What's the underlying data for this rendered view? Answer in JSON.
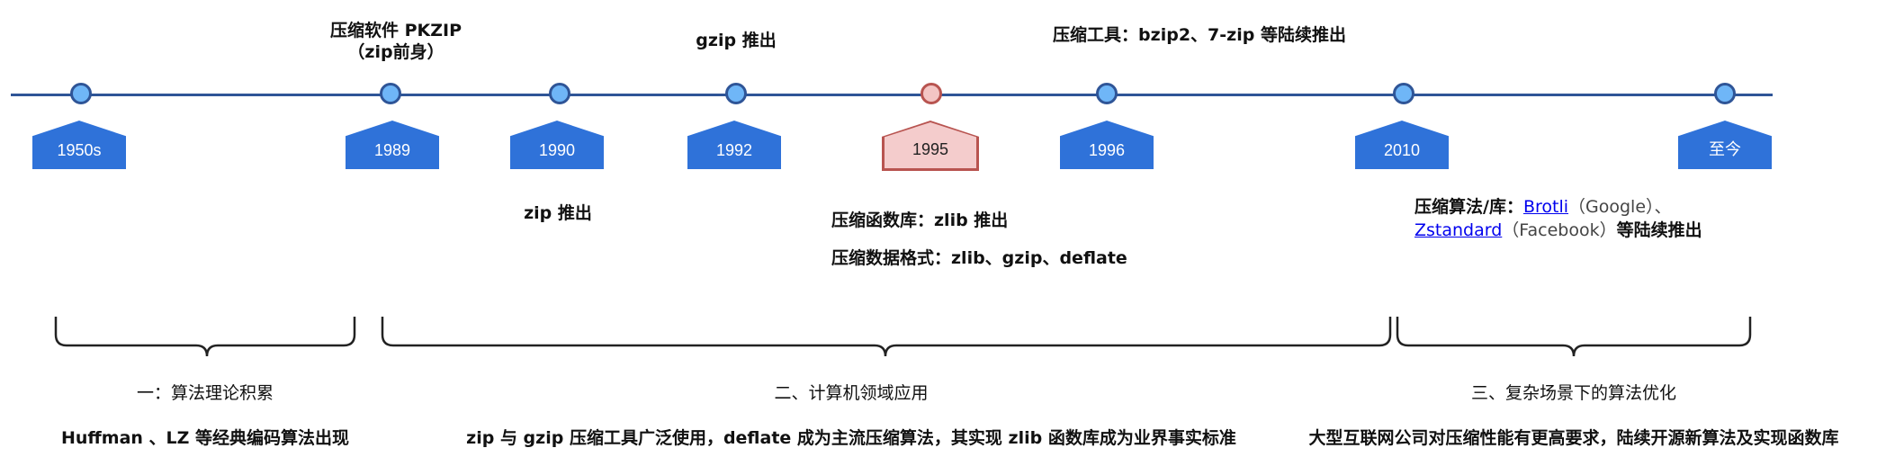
{
  "eras": [
    {
      "label": "1950s"
    },
    {
      "label": "1989"
    },
    {
      "label": "1990"
    },
    {
      "label": "1992"
    },
    {
      "label": "1995"
    },
    {
      "label": "1996"
    },
    {
      "label": "2010"
    },
    {
      "label": "至今"
    }
  ],
  "events": {
    "pkzip_line1": "压缩软件 PKZIP",
    "pkzip_line2": "（zip前身）",
    "gzip": "gzip 推出",
    "bzip": "压缩工具：bzip2、7-zip 等陆续推出",
    "zip": "zip 推出",
    "zlib_lib": "压缩函数库：zlib 推出",
    "zlib_formats": "压缩数据格式：zlib、gzip、deflate",
    "modern_prefix": "压缩算法/库：",
    "brotli": "Brotli",
    "google": "（Google）、",
    "zstandard": "Zstandard",
    "facebook": "（Facebook）",
    "modern_suffix": "等陆续推出"
  },
  "phases": [
    {
      "title": "一：算法理论积累",
      "desc": "Huffman 、LZ 等经典编码算法出现"
    },
    {
      "title": "二、计算机领域应用",
      "desc": "zip 与 gzip 压缩工具广泛使用，deflate 成为主流压缩算法，其实现 zlib 函数库成为业界事实标准"
    },
    {
      "title": "三、复杂场景下的算法优化",
      "desc": "大型互联网公司对压缩性能有更高要求，陆续开源新算法及实现函数库"
    }
  ],
  "colors": {
    "line": "#2f5597",
    "node_fill": "#6fb6f7",
    "label_fill": "#2f72d9",
    "highlight_fill": "#f4cccc",
    "highlight_border": "#b85450",
    "link": "#0000ee"
  }
}
